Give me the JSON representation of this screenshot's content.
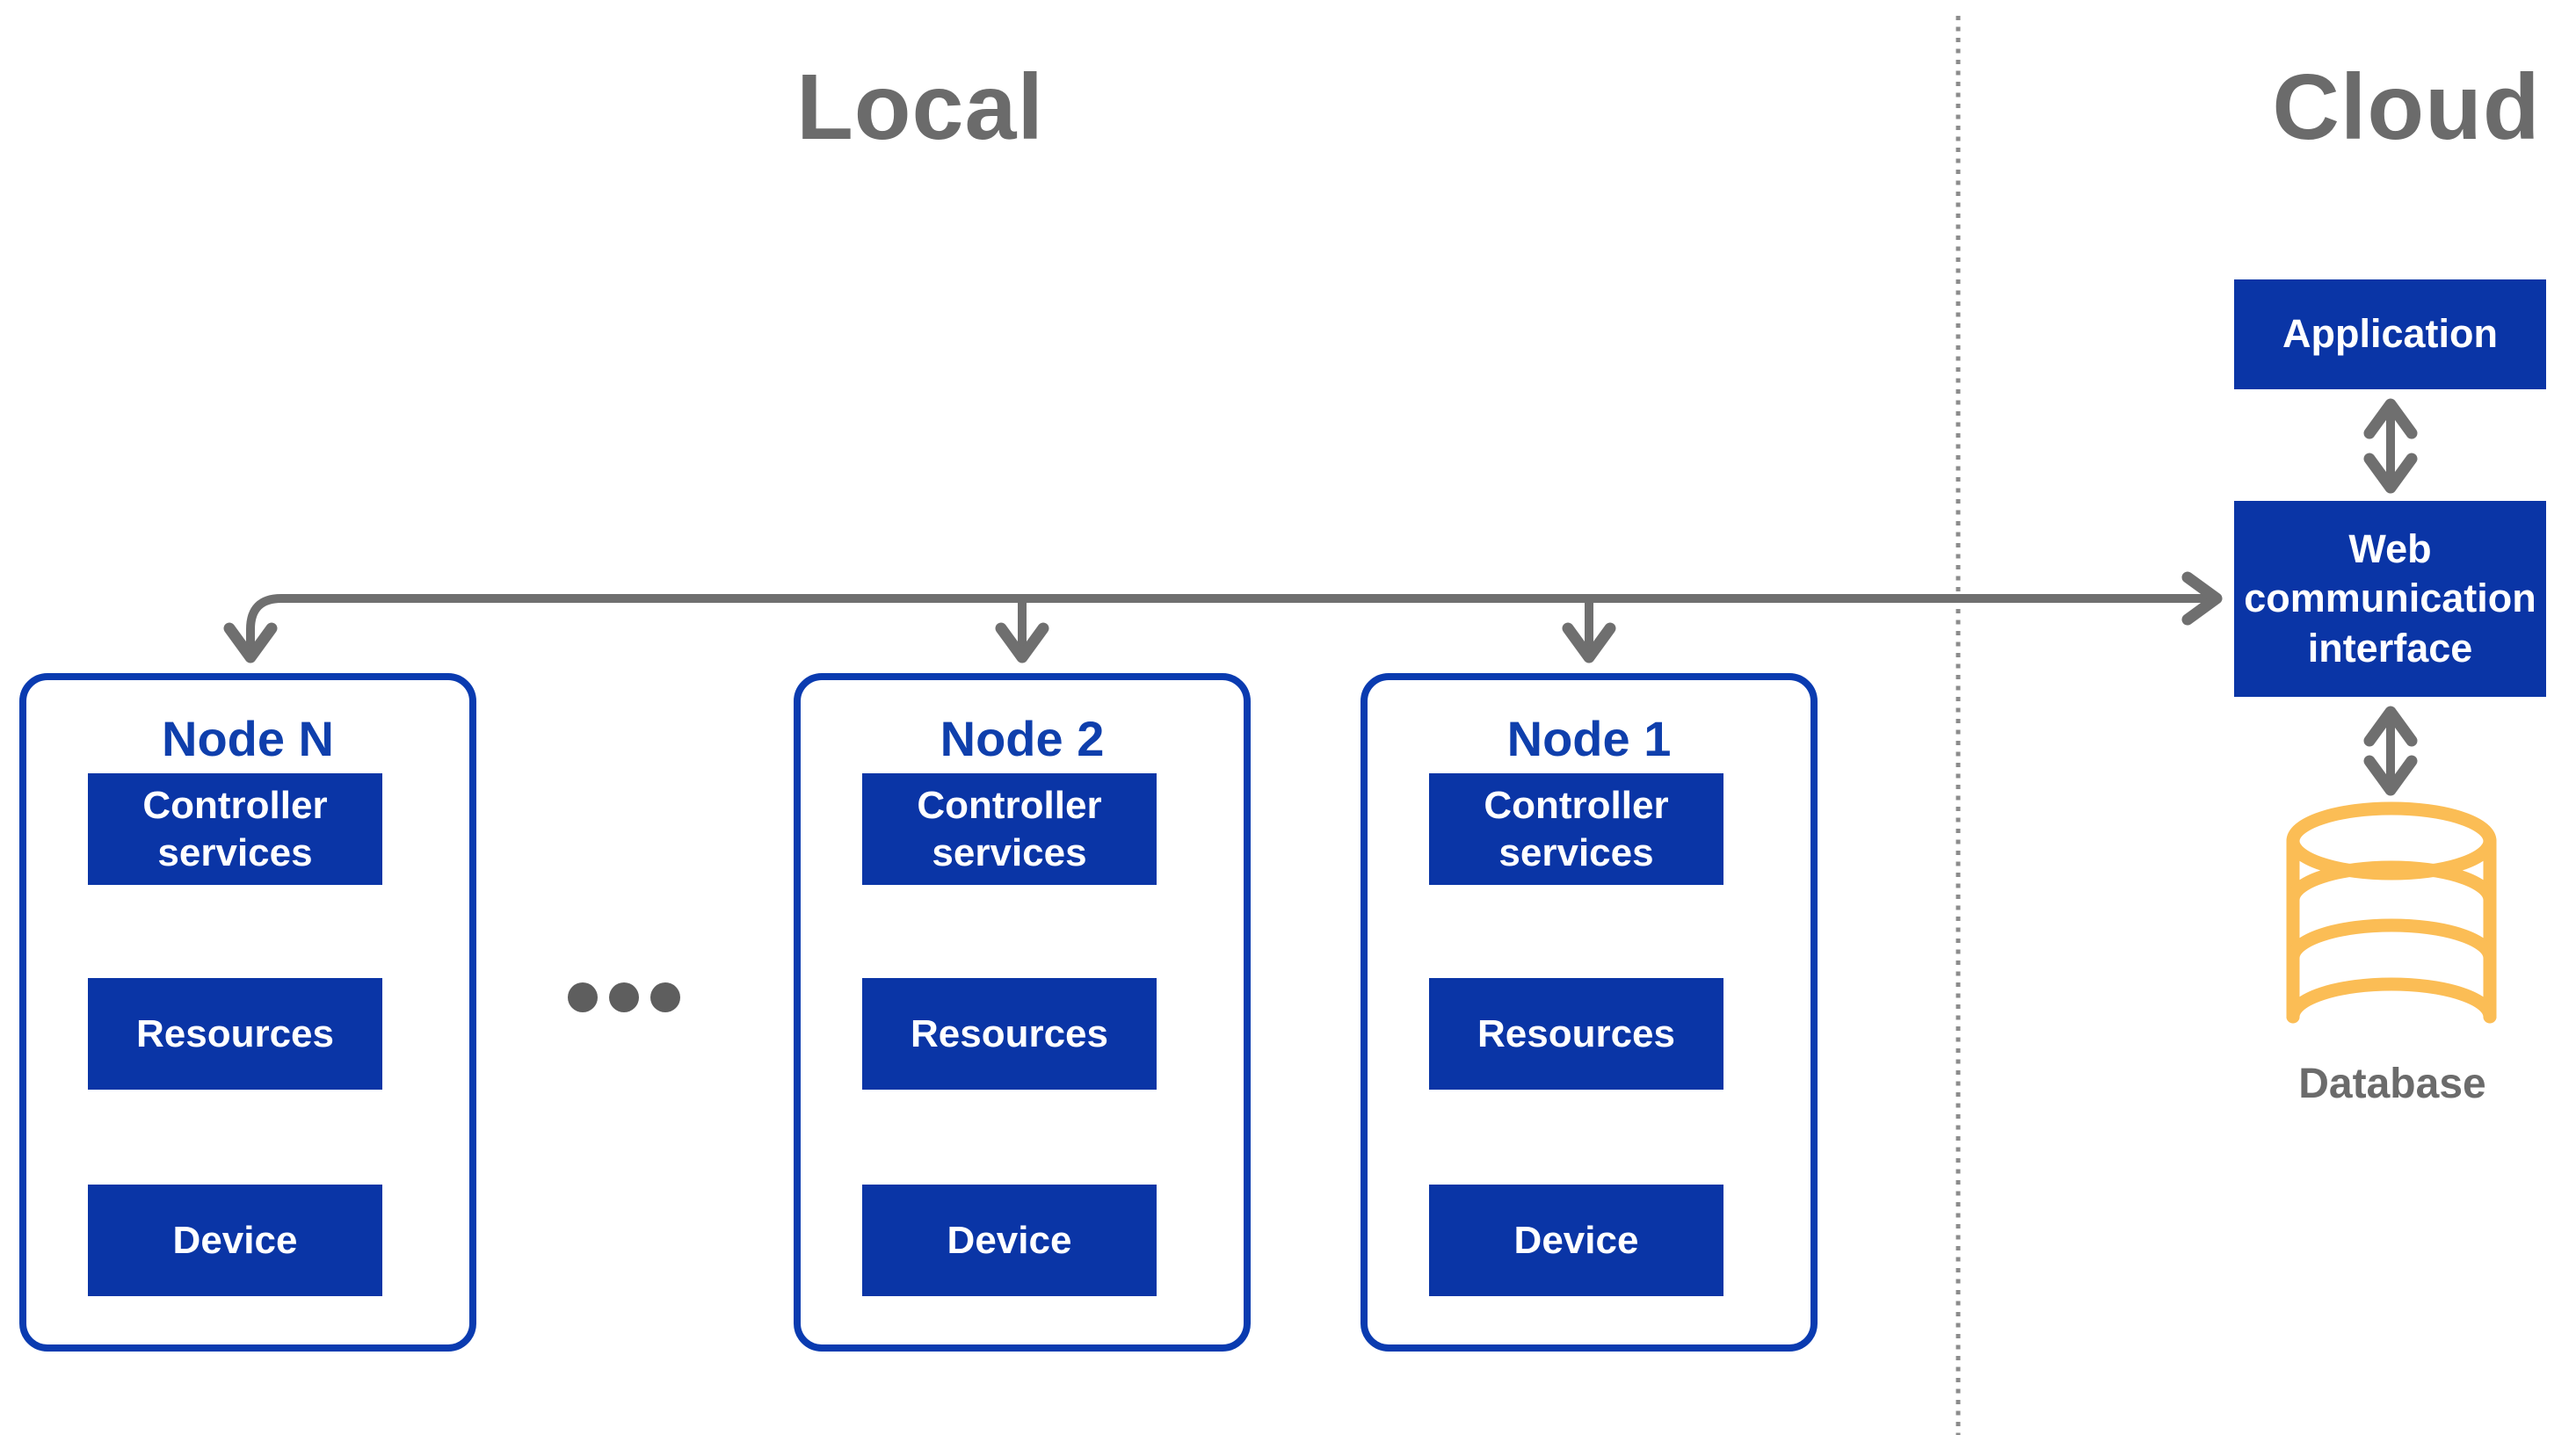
{
  "headings": {
    "local": "Local",
    "cloud": "Cloud"
  },
  "nodes": [
    {
      "title": "Node N",
      "blocks": [
        "Controller services",
        "Resources",
        "Device"
      ]
    },
    {
      "title": "Node 2",
      "blocks": [
        "Controller services",
        "Resources",
        "Device"
      ]
    },
    {
      "title": "Node 1",
      "blocks": [
        "Controller services",
        "Resources",
        "Device"
      ]
    }
  ],
  "cloud": {
    "application_label": "Application",
    "web_interface_label": "Web communication interface",
    "database_label": "Database"
  },
  "icons": {
    "database": "database-cylinder-icon",
    "ellipsis": "more-nodes-ellipsis"
  },
  "colors": {
    "block_fill_blue": "#0A35A6",
    "node_border_blue": "#0A3BB0",
    "node_title_blue": "#0F3FAC",
    "connector_gray": "#6F6F6F",
    "heading_gray": "#6B6B6B",
    "divider_gray": "#8C8C8C",
    "database_orange": "#FBBD55"
  }
}
